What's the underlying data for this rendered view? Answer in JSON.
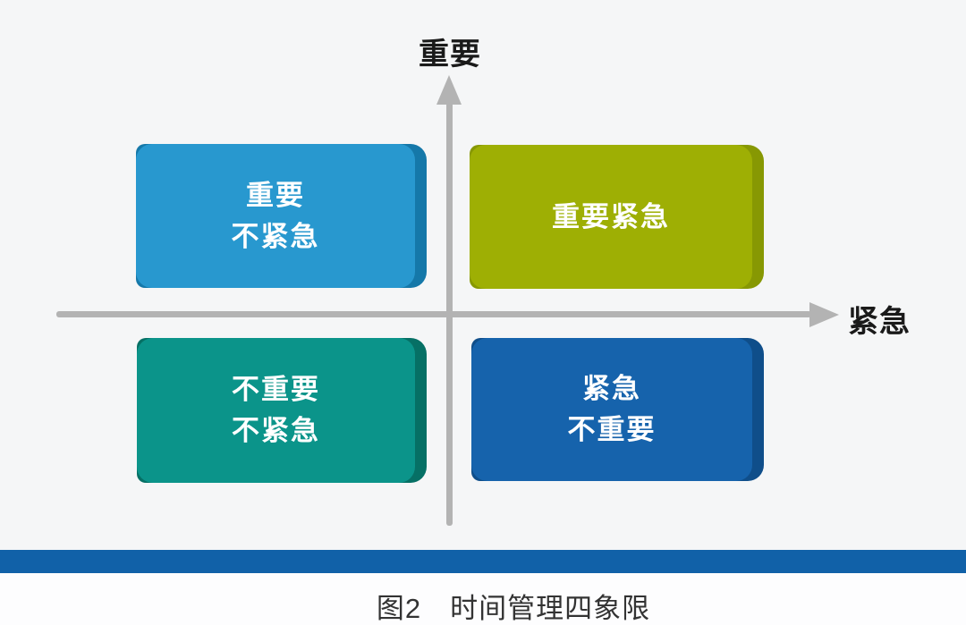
{
  "figure": {
    "axes": {
      "y_label": "重要",
      "x_label": "紧急",
      "axis_color": "#B3B3B3"
    },
    "quadrants": [
      {
        "name": "important-not-urgent",
        "position": "top-left",
        "line1": "重要",
        "line2": "不紧急",
        "color": "#2898CF",
        "edge_color": "#1578A9"
      },
      {
        "name": "important-urgent",
        "position": "top-right",
        "line1": "重要紧急",
        "line2": "",
        "color": "#9EAF04",
        "edge_color": "#879803"
      },
      {
        "name": "not-important-not-urgent",
        "position": "bottom-left",
        "line1": "不重要",
        "line2": "不紧急",
        "color": "#0B948A",
        "edge_color": "#067065"
      },
      {
        "name": "urgent-not-important",
        "position": "bottom-right",
        "line1": "紧急",
        "line2": "不重要",
        "color": "#1663AC",
        "edge_color": "#0F4E8A"
      }
    ],
    "divider_bar_color": "#1161A8",
    "caption": "图2　时间管理四象限",
    "background_color": "#F5F6F7",
    "card_text_color": "#FFFFFF"
  }
}
